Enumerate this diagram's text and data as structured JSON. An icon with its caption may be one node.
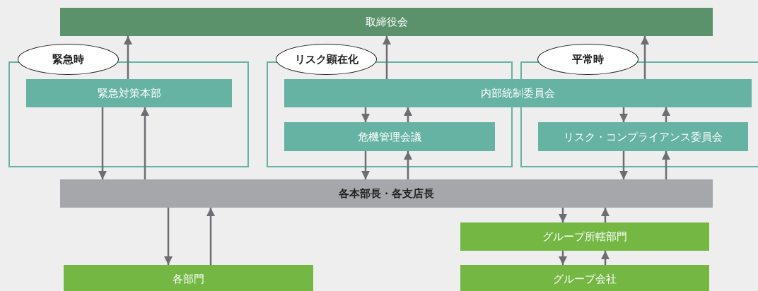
{
  "diagram": {
    "nodes": [
      {
        "text": [
          "取締役会"
        ]
      },
      {
        "text": [],
        "shape": "box"
      },
      {
        "text": [
          "緊急時"
        ]
      },
      {
        "text": [
          "緊急対策本部"
        ],
        "in": 1
      },
      {
        "text": [],
        "shape": "box"
      },
      {
        "text": [
          "リスク顕在化"
        ]
      },
      {
        "text": [
          "内部統制委員会"
        ]
      },
      {
        "text": [
          "危機管理会議"
        ],
        "in": 4
      },
      {
        "text": [],
        "shape": "box"
      },
      {
        "text": [
          "平常時"
        ]
      },
      {
        "text": [
          "リスク・コンプライアンス委員会"
        ],
        "in": 8
      },
      {
        "text": [
          "各本部長・各支店長"
        ]
      },
      {
        "text": [
          "グループ所轄部門"
        ]
      },
      {
        "text": [
          "各部門"
        ]
      },
      {
        "text": [
          "グループ会社"
        ]
      }
    ],
    "edges": [
      {
        "from": 3,
        "to": 0,
        "arrow": "to"
      },
      {
        "from": 3,
        "to": 11,
        "arrow": "to"
      },
      {
        "from": 11,
        "to": 3,
        "arrow": "to"
      },
      {
        "from": 6,
        "to": 0,
        "arrow": "to"
      },
      {
        "from": 6,
        "to": 7,
        "arrow": "to"
      },
      {
        "from": 7,
        "to": 6,
        "arrow": "to"
      },
      {
        "from": 7,
        "to": 11,
        "arrow": "to"
      },
      {
        "from": 11,
        "to": 7,
        "arrow": "to"
      },
      {
        "from": 6,
        "to": 0,
        "arrow": "to"
      },
      {
        "from": 6,
        "to": 10,
        "arrow": "to"
      },
      {
        "from": 10,
        "to": 6,
        "arrow": "to"
      },
      {
        "from": 10,
        "to": 11,
        "arrow": "to"
      },
      {
        "from": 11,
        "to": 10,
        "arrow": "to"
      },
      {
        "from": 11,
        "to": 13,
        "arrow": "to"
      },
      {
        "from": 13,
        "to": 11,
        "arrow": "to"
      },
      {
        "from": 11,
        "to": 12,
        "arrow": "to"
      },
      {
        "from": 12,
        "to": 11,
        "arrow": "to"
      },
      {
        "from": 12,
        "to": 14,
        "arrow": "to"
      },
      {
        "from": 14,
        "to": 12,
        "arrow": "to"
      }
    ]
  }
}
